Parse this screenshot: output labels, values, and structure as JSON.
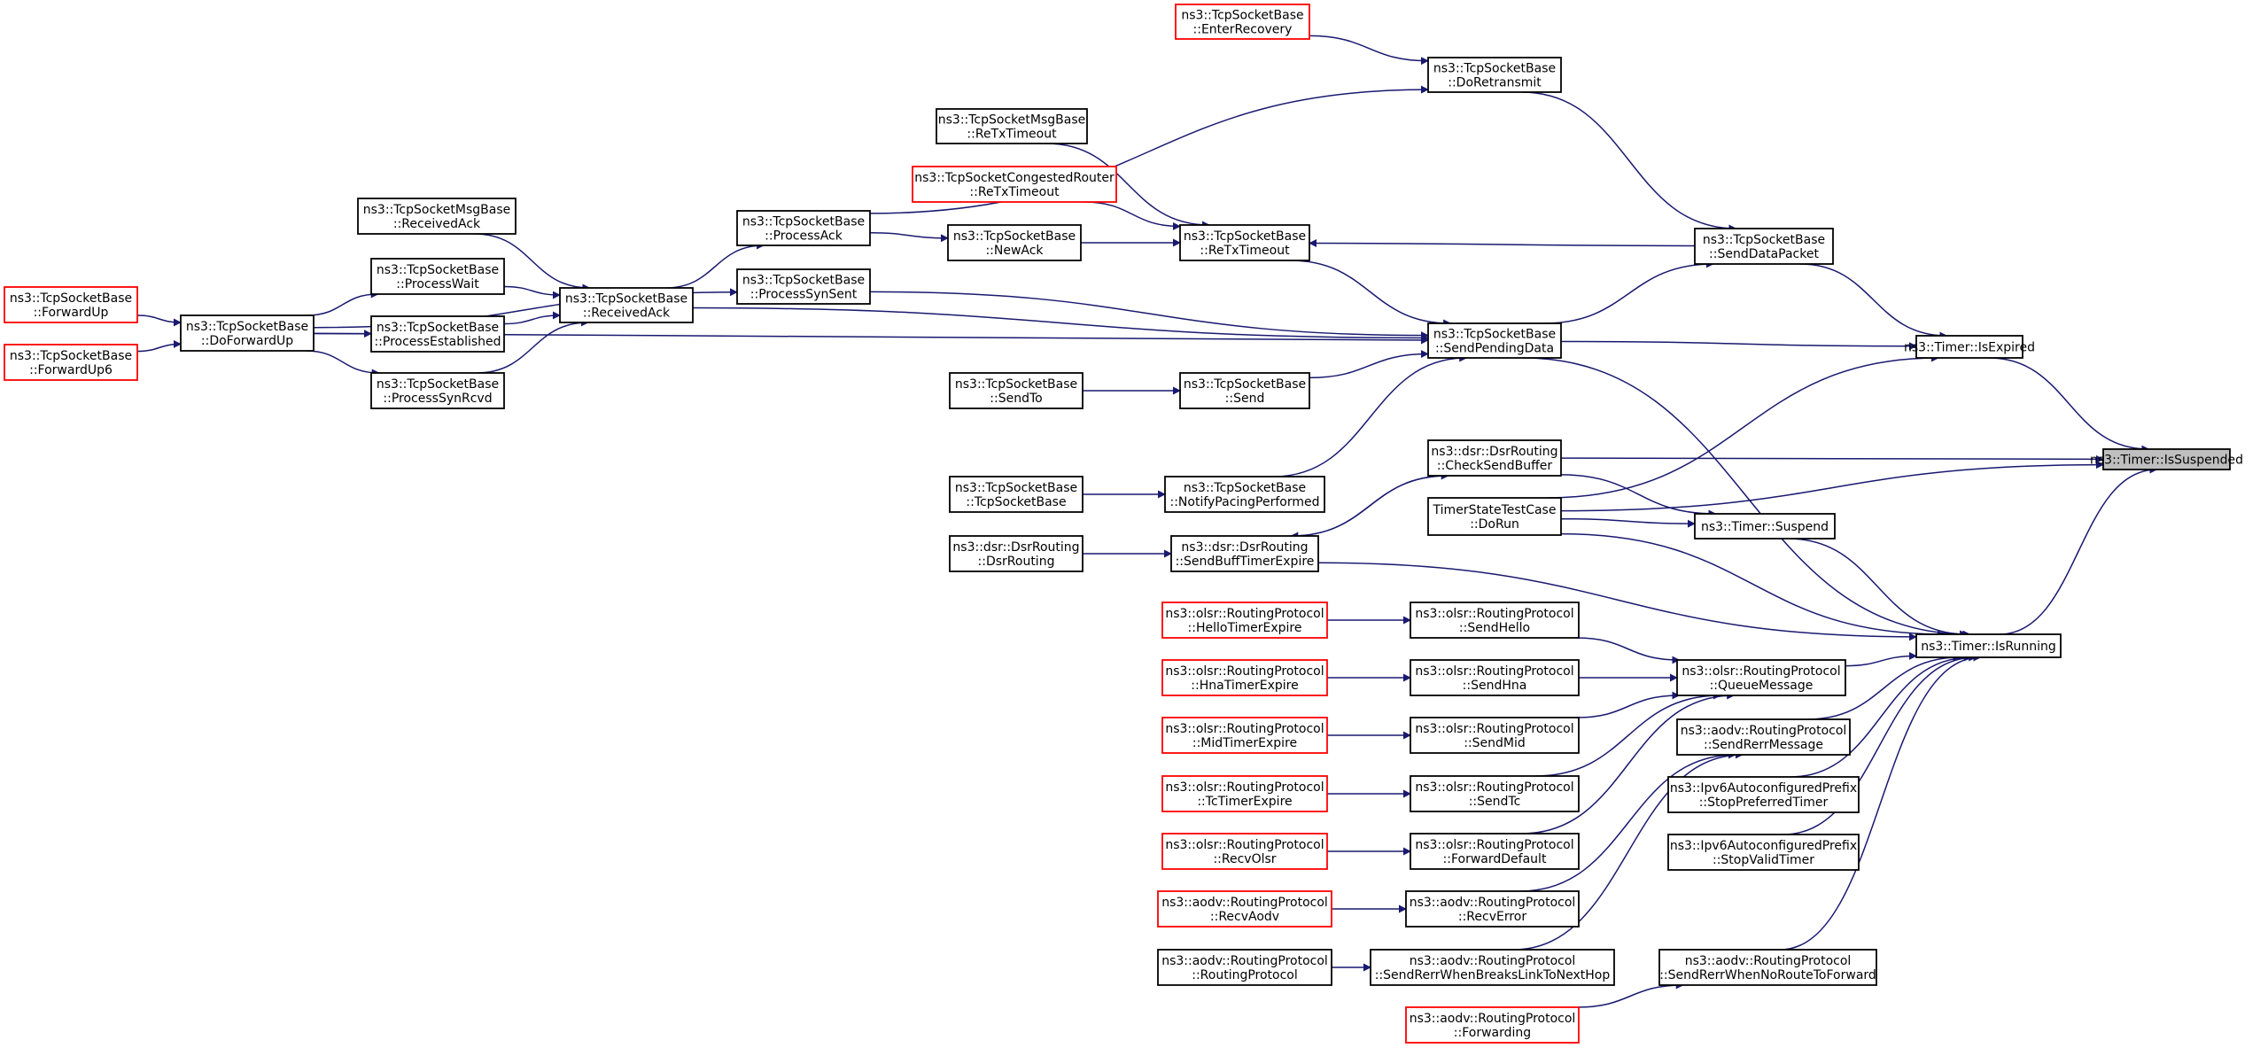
{
  "colors": {
    "edge": "#191970",
    "node_border": "#000000",
    "external_node_border": "#ff0000",
    "root_fill": "#bfbfbf"
  },
  "nodes": [
    {
      "id": "isSuspended",
      "lines": [
        "ns3::Timer::IsSuspended"
      ],
      "kind": "root"
    },
    {
      "id": "isExpired",
      "lines": [
        "ns3::Timer::IsExpired"
      ],
      "kind": "normal"
    },
    {
      "id": "isRunning",
      "lines": [
        "ns3::Timer::IsRunning"
      ],
      "kind": "normal"
    },
    {
      "id": "suspend",
      "lines": [
        "ns3::Timer::Suspend"
      ],
      "kind": "normal"
    },
    {
      "id": "sendDataPacket",
      "lines": [
        "ns3::TcpSocketBase",
        "::SendDataPacket"
      ],
      "kind": "normal"
    },
    {
      "id": "sendPendingData",
      "lines": [
        "ns3::TcpSocketBase",
        "::SendPendingData"
      ],
      "kind": "normal"
    },
    {
      "id": "timerStateTestCase",
      "lines": [
        "TimerStateTestCase",
        "::DoRun"
      ],
      "kind": "normal"
    },
    {
      "id": "checkSendBuffer",
      "lines": [
        "ns3::dsr::DsrRouting",
        "::CheckSendBuffer"
      ],
      "kind": "normal"
    },
    {
      "id": "sendBuffTimerExpire",
      "lines": [
        "ns3::dsr::DsrRouting",
        "::SendBuffTimerExpire"
      ],
      "kind": "normal"
    },
    {
      "id": "dsrRouting",
      "lines": [
        "ns3::dsr::DsrRouting",
        "::DsrRouting"
      ],
      "kind": "normal"
    },
    {
      "id": "queueMessage",
      "lines": [
        "ns3::olsr::RoutingProtocol",
        "::QueueMessage"
      ],
      "kind": "normal"
    },
    {
      "id": "sendRerrMessage",
      "lines": [
        "ns3::aodv::RoutingProtocol",
        "::SendRerrMessage"
      ],
      "kind": "normal"
    },
    {
      "id": "stopPreferredTimer",
      "lines": [
        "ns3::Ipv6AutoconfiguredPrefix",
        "::StopPreferredTimer"
      ],
      "kind": "normal"
    },
    {
      "id": "stopValidTimer",
      "lines": [
        "ns3::Ipv6AutoconfiguredPrefix",
        "::StopValidTimer"
      ],
      "kind": "normal"
    },
    {
      "id": "sendRerrWhenNoRoute",
      "lines": [
        "ns3::aodv::RoutingProtocol",
        "::SendRerrWhenNoRouteToForward"
      ],
      "kind": "normal"
    },
    {
      "id": "doRetransmit",
      "lines": [
        "ns3::TcpSocketBase",
        "::DoRetransmit"
      ],
      "kind": "normal"
    },
    {
      "id": "enterRecovery",
      "lines": [
        "ns3::TcpSocketBase",
        "::EnterRecovery"
      ],
      "kind": "external"
    },
    {
      "id": "processAck",
      "lines": [
        "ns3::TcpSocketBase",
        "::ProcessAck"
      ],
      "kind": "normal"
    },
    {
      "id": "reTxTimeout",
      "lines": [
        "ns3::TcpSocketBase",
        "::ReTxTimeout"
      ],
      "kind": "normal"
    },
    {
      "id": "msgReTxTimeout",
      "lines": [
        "ns3::TcpSocketMsgBase",
        "::ReTxTimeout"
      ],
      "kind": "normal"
    },
    {
      "id": "congReTxTimeout",
      "lines": [
        "ns3::TcpSocketCongestedRouter",
        "::ReTxTimeout"
      ],
      "kind": "external"
    },
    {
      "id": "newAck",
      "lines": [
        "ns3::TcpSocketBase",
        "::NewAck"
      ],
      "kind": "normal"
    },
    {
      "id": "processSynSent",
      "lines": [
        "ns3::TcpSocketBase",
        "::ProcessSynSent"
      ],
      "kind": "normal"
    },
    {
      "id": "receivedAck",
      "lines": [
        "ns3::TcpSocketBase",
        "::ReceivedAck"
      ],
      "kind": "normal"
    },
    {
      "id": "msgReceivedAck",
      "lines": [
        "ns3::TcpSocketMsgBase",
        "::ReceivedAck"
      ],
      "kind": "normal"
    },
    {
      "id": "processWait",
      "lines": [
        "ns3::TcpSocketBase",
        "::ProcessWait"
      ],
      "kind": "normal"
    },
    {
      "id": "processEstablished",
      "lines": [
        "ns3::TcpSocketBase",
        "::ProcessEstablished"
      ],
      "kind": "normal"
    },
    {
      "id": "processSynRcvd",
      "lines": [
        "ns3::TcpSocketBase",
        "::ProcessSynRcvd"
      ],
      "kind": "normal"
    },
    {
      "id": "doForwardUp",
      "lines": [
        "ns3::TcpSocketBase",
        "::DoForwardUp"
      ],
      "kind": "normal"
    },
    {
      "id": "forwardUp",
      "lines": [
        "ns3::TcpSocketBase",
        "::ForwardUp"
      ],
      "kind": "external"
    },
    {
      "id": "forwardUp6",
      "lines": [
        "ns3::TcpSocketBase",
        "::ForwardUp6"
      ],
      "kind": "external"
    },
    {
      "id": "send",
      "lines": [
        "ns3::TcpSocketBase",
        "::Send"
      ],
      "kind": "normal"
    },
    {
      "id": "sendTo",
      "lines": [
        "ns3::TcpSocketBase",
        "::SendTo"
      ],
      "kind": "normal"
    },
    {
      "id": "notifyPacing",
      "lines": [
        "ns3::TcpSocketBase",
        "::NotifyPacingPerformed"
      ],
      "kind": "normal"
    },
    {
      "id": "tcpSocketBaseCtor",
      "lines": [
        "ns3::TcpSocketBase",
        "::TcpSocketBase"
      ],
      "kind": "normal"
    },
    {
      "id": "sendHello",
      "lines": [
        "ns3::olsr::RoutingProtocol",
        "::SendHello"
      ],
      "kind": "normal"
    },
    {
      "id": "helloTimerExpire",
      "lines": [
        "ns3::olsr::RoutingProtocol",
        "::HelloTimerExpire"
      ],
      "kind": "external"
    },
    {
      "id": "sendHna",
      "lines": [
        "ns3::olsr::RoutingProtocol",
        "::SendHna"
      ],
      "kind": "normal"
    },
    {
      "id": "hnaTimerExpire",
      "lines": [
        "ns3::olsr::RoutingProtocol",
        "::HnaTimerExpire"
      ],
      "kind": "external"
    },
    {
      "id": "sendMid",
      "lines": [
        "ns3::olsr::RoutingProtocol",
        "::SendMid"
      ],
      "kind": "normal"
    },
    {
      "id": "midTimerExpire",
      "lines": [
        "ns3::olsr::RoutingProtocol",
        "::MidTimerExpire"
      ],
      "kind": "external"
    },
    {
      "id": "sendTc",
      "lines": [
        "ns3::olsr::RoutingProtocol",
        "::SendTc"
      ],
      "kind": "normal"
    },
    {
      "id": "tcTimerExpire",
      "lines": [
        "ns3::olsr::RoutingProtocol",
        "::TcTimerExpire"
      ],
      "kind": "external"
    },
    {
      "id": "forwardDefault",
      "lines": [
        "ns3::olsr::RoutingProtocol",
        "::ForwardDefault"
      ],
      "kind": "normal"
    },
    {
      "id": "recvOlsr",
      "lines": [
        "ns3::olsr::RoutingProtocol",
        "::RecvOlsr"
      ],
      "kind": "external"
    },
    {
      "id": "recvError",
      "lines": [
        "ns3::aodv::RoutingProtocol",
        "::RecvError"
      ],
      "kind": "normal"
    },
    {
      "id": "recvAodv",
      "lines": [
        "ns3::aodv::RoutingProtocol",
        "::RecvAodv"
      ],
      "kind": "external"
    },
    {
      "id": "sendRerrBreaks",
      "lines": [
        "ns3::aodv::RoutingProtocol",
        "::SendRerrWhenBreaksLinkToNextHop"
      ],
      "kind": "normal"
    },
    {
      "id": "aodvRoutingProtocol",
      "lines": [
        "ns3::aodv::RoutingProtocol",
        "::RoutingProtocol"
      ],
      "kind": "normal"
    },
    {
      "id": "forwarding",
      "lines": [
        "ns3::aodv::RoutingProtocol",
        "::Forwarding"
      ],
      "kind": "external"
    }
  ],
  "edges": [
    {
      "from": "isExpired",
      "to": "isSuspended"
    },
    {
      "from": "checkSendBuffer",
      "to": "isSuspended"
    },
    {
      "from": "timerStateTestCase",
      "to": "isSuspended"
    },
    {
      "from": "isRunning",
      "to": "isSuspended"
    },
    {
      "from": "sendDataPacket",
      "to": "isExpired"
    },
    {
      "from": "sendPendingData",
      "to": "isExpired"
    },
    {
      "from": "timerStateTestCase",
      "to": "isExpired"
    },
    {
      "from": "suspend",
      "to": "isRunning"
    },
    {
      "from": "timerStateTestCase",
      "to": "isRunning"
    },
    {
      "from": "sendPendingData",
      "to": "isRunning"
    },
    {
      "from": "sendBuffTimerExpire",
      "to": "isRunning"
    },
    {
      "from": "queueMessage",
      "to": "isRunning"
    },
    {
      "from": "sendRerrMessage",
      "to": "isRunning"
    },
    {
      "from": "stopPreferredTimer",
      "to": "isRunning"
    },
    {
      "from": "stopValidTimer",
      "to": "isRunning"
    },
    {
      "from": "sendRerrWhenNoRoute",
      "to": "isRunning"
    },
    {
      "from": "checkSendBuffer",
      "to": "suspend"
    },
    {
      "from": "timerStateTestCase",
      "to": "suspend"
    },
    {
      "from": "doRetransmit",
      "to": "sendDataPacket"
    },
    {
      "from": "sendPendingData",
      "to": "sendDataPacket"
    },
    {
      "from": "enterRecovery",
      "to": "doRetransmit"
    },
    {
      "from": "processAck",
      "to": "doRetransmit"
    },
    {
      "from": "sendDataPacket",
      "to": "reTxTimeout"
    },
    {
      "from": "msgReTxTimeout",
      "to": "reTxTimeout"
    },
    {
      "from": "congReTxTimeout",
      "to": "reTxTimeout"
    },
    {
      "from": "newAck",
      "to": "reTxTimeout"
    },
    {
      "from": "processAck",
      "to": "newAck"
    },
    {
      "from": "reTxTimeout",
      "to": "sendPendingData"
    },
    {
      "from": "processSynSent",
      "to": "sendPendingData"
    },
    {
      "from": "receivedAck",
      "to": "sendPendingData"
    },
    {
      "from": "doForwardUp",
      "to": "sendPendingData"
    },
    {
      "from": "send",
      "to": "sendPendingData"
    },
    {
      "from": "notifyPacing",
      "to": "sendPendingData"
    },
    {
      "from": "receivedAck",
      "to": "processAck"
    },
    {
      "from": "msgReceivedAck",
      "to": "receivedAck"
    },
    {
      "from": "processWait",
      "to": "receivedAck"
    },
    {
      "from": "processEstablished",
      "to": "receivedAck"
    },
    {
      "from": "processSynRcvd",
      "to": "receivedAck"
    },
    {
      "from": "doForwardUp",
      "to": "processWait"
    },
    {
      "from": "doForwardUp",
      "to": "processEstablished"
    },
    {
      "from": "doForwardUp",
      "to": "processSynRcvd"
    },
    {
      "from": "doForwardUp",
      "to": "processSynSent"
    },
    {
      "from": "forwardUp",
      "to": "doForwardUp"
    },
    {
      "from": "forwardUp6",
      "to": "doForwardUp"
    },
    {
      "from": "sendTo",
      "to": "send"
    },
    {
      "from": "tcpSocketBaseCtor",
      "to": "notifyPacing"
    },
    {
      "from": "checkSendBuffer",
      "to": "sendBuffTimerExpire"
    },
    {
      "from": "sendBuffTimerExpire",
      "to": "checkSendBuffer"
    },
    {
      "from": "dsrRouting",
      "to": "sendBuffTimerExpire"
    },
    {
      "from": "sendHello",
      "to": "queueMessage"
    },
    {
      "from": "sendHna",
      "to": "queueMessage"
    },
    {
      "from": "sendMid",
      "to": "queueMessage"
    },
    {
      "from": "sendTc",
      "to": "queueMessage"
    },
    {
      "from": "forwardDefault",
      "to": "queueMessage"
    },
    {
      "from": "helloTimerExpire",
      "to": "sendHello"
    },
    {
      "from": "hnaTimerExpire",
      "to": "sendHna"
    },
    {
      "from": "midTimerExpire",
      "to": "sendMid"
    },
    {
      "from": "tcTimerExpire",
      "to": "sendTc"
    },
    {
      "from": "recvOlsr",
      "to": "forwardDefault"
    },
    {
      "from": "recvError",
      "to": "sendRerrMessage"
    },
    {
      "from": "sendRerrBreaks",
      "to": "sendRerrMessage"
    },
    {
      "from": "recvAodv",
      "to": "recvError"
    },
    {
      "from": "aodvRoutingProtocol",
      "to": "sendRerrBreaks"
    },
    {
      "from": "forwarding",
      "to": "sendRerrWhenNoRoute"
    }
  ]
}
